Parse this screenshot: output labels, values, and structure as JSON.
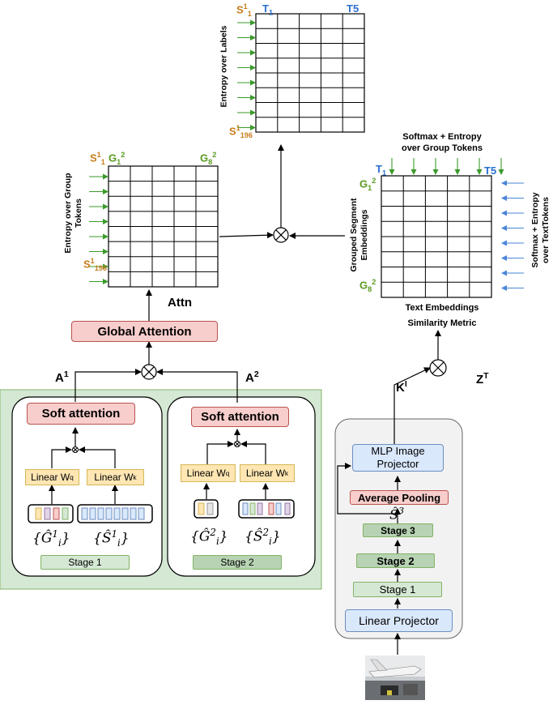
{
  "top_matrix": {
    "label": "Entropy over Labels",
    "row_top": "S",
    "row_top_sup": "1",
    "row_top_sub": "1",
    "row_bottom": "S",
    "row_bottom_sup": "1",
    "row_bottom_sub": "196",
    "col_first": "T",
    "col_first_sub": "1",
    "col_last": "T5"
  },
  "left_matrix": {
    "label_line1": "Entropy over Group",
    "label_line2": "Tokens",
    "row_top": "S",
    "row_top_sup": "1",
    "row_top_sub": "1",
    "row_bottom": "S",
    "row_bottom_sup": "1",
    "row_bottom_sub": "196",
    "col_first": "G",
    "col_first_sub": "1",
    "col_first_sup": "2",
    "col_last": "G",
    "col_last_sub": "8",
    "col_last_sup": "2",
    "attn_label": "Attn"
  },
  "right_matrix": {
    "top_caption_line1": "Softmax + Entropy",
    "top_caption_line2": "over Group Tokens",
    "side_caption_line1": "Softmax + Entropy",
    "side_caption_line2": "over TextTokens",
    "left_label_line1": "Grouped Segment",
    "left_label_line2": "Embeddings",
    "bottom_caption_line1": "Text Embeddings",
    "bottom_caption_line2": "Similarity Metric",
    "col_first": "T",
    "col_first_sub": "1",
    "col_last": "T5",
    "row_top": "G",
    "row_top_sub": "1",
    "row_top_sup": "2",
    "row_bottom": "G",
    "row_bottom_sub": "8",
    "row_bottom_sup": "2"
  },
  "global_attention": "Global Attention",
  "a1": {
    "base": "A",
    "sup": "1"
  },
  "a2": {
    "base": "A",
    "sup": "2"
  },
  "k_label": {
    "base": "K",
    "sup": "I"
  },
  "z_label": {
    "base": "Z",
    "sup": "T"
  },
  "panel1": {
    "soft_attention": "Soft attention",
    "linear_q": "Linear  W",
    "linear_q_sub": "q",
    "linear_k": "Linear  W",
    "linear_k_sub": "k",
    "g_set": "{Ĝ",
    "g_set_sup": "1",
    "g_set_sub": "i",
    "s_set": "{Ŝ",
    "s_set_sup": "1",
    "s_set_sub": "i",
    "stage": "Stage 1"
  },
  "panel2": {
    "soft_attention": "Soft attention",
    "linear_q": "Linear  W",
    "linear_q_sub": "q",
    "linear_k": "Linear  W",
    "linear_k_sub": "k",
    "g_set": "{Ĝ",
    "g_set_sup": "2",
    "g_set_sub": "i",
    "s_set": "{Ŝ",
    "s_set_sup": "2",
    "s_set_sub": "i",
    "stage": "Stage 2"
  },
  "encoder": {
    "mlp_line1": "MLP Image",
    "mlp_line2": "Projector",
    "avg_pool": "Average Pooling",
    "s3": "Ŝ",
    "s3_sup": "3",
    "stage3": "Stage 3",
    "stage2": "Stage 2",
    "stage1": "Stage 1",
    "linear_projector": "Linear Projector",
    "input_image": "airplane-photo"
  },
  "colors": {
    "arrow_green": "#3a9a2a",
    "arrow_blue": "#4a86d8",
    "label_orange": "#c87d1e",
    "label_green": "#5a9a20",
    "label_blue": "#2a70d0",
    "panel_green_bg": "#d5e8d4",
    "encoder_bg": "#f2f2f2"
  }
}
